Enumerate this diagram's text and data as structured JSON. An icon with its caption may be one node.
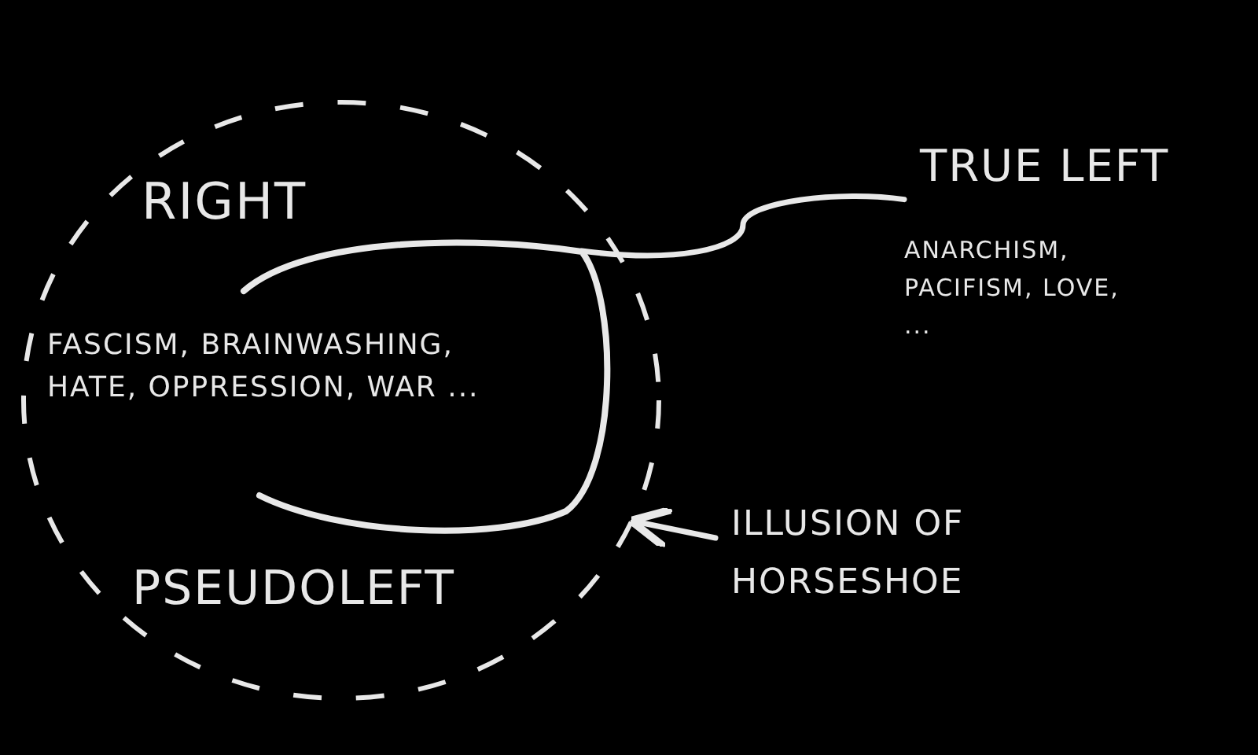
{
  "diagram": {
    "nodes": [
      {
        "text": [
          "RIGHT",
          "PSEUDOLEFT"
        ]
      },
      {
        "text": [
          "FASCISM, BRAINWASHING, HATE, OPPRESSION, WAR ..."
        ],
        "in": 0
      },
      {
        "text": [
          "TRUE LEFT",
          "ANARCHISM, PACIFISM, LOVE, ..."
        ]
      },
      {
        "text": [
          "ILLUSION OF HORSESHOE"
        ]
      }
    ],
    "edges": [
      {
        "from": 1,
        "to": 2,
        "arrow": "none"
      },
      {
        "from": 3,
        "to": 0,
        "arrow": "to"
      }
    ]
  }
}
